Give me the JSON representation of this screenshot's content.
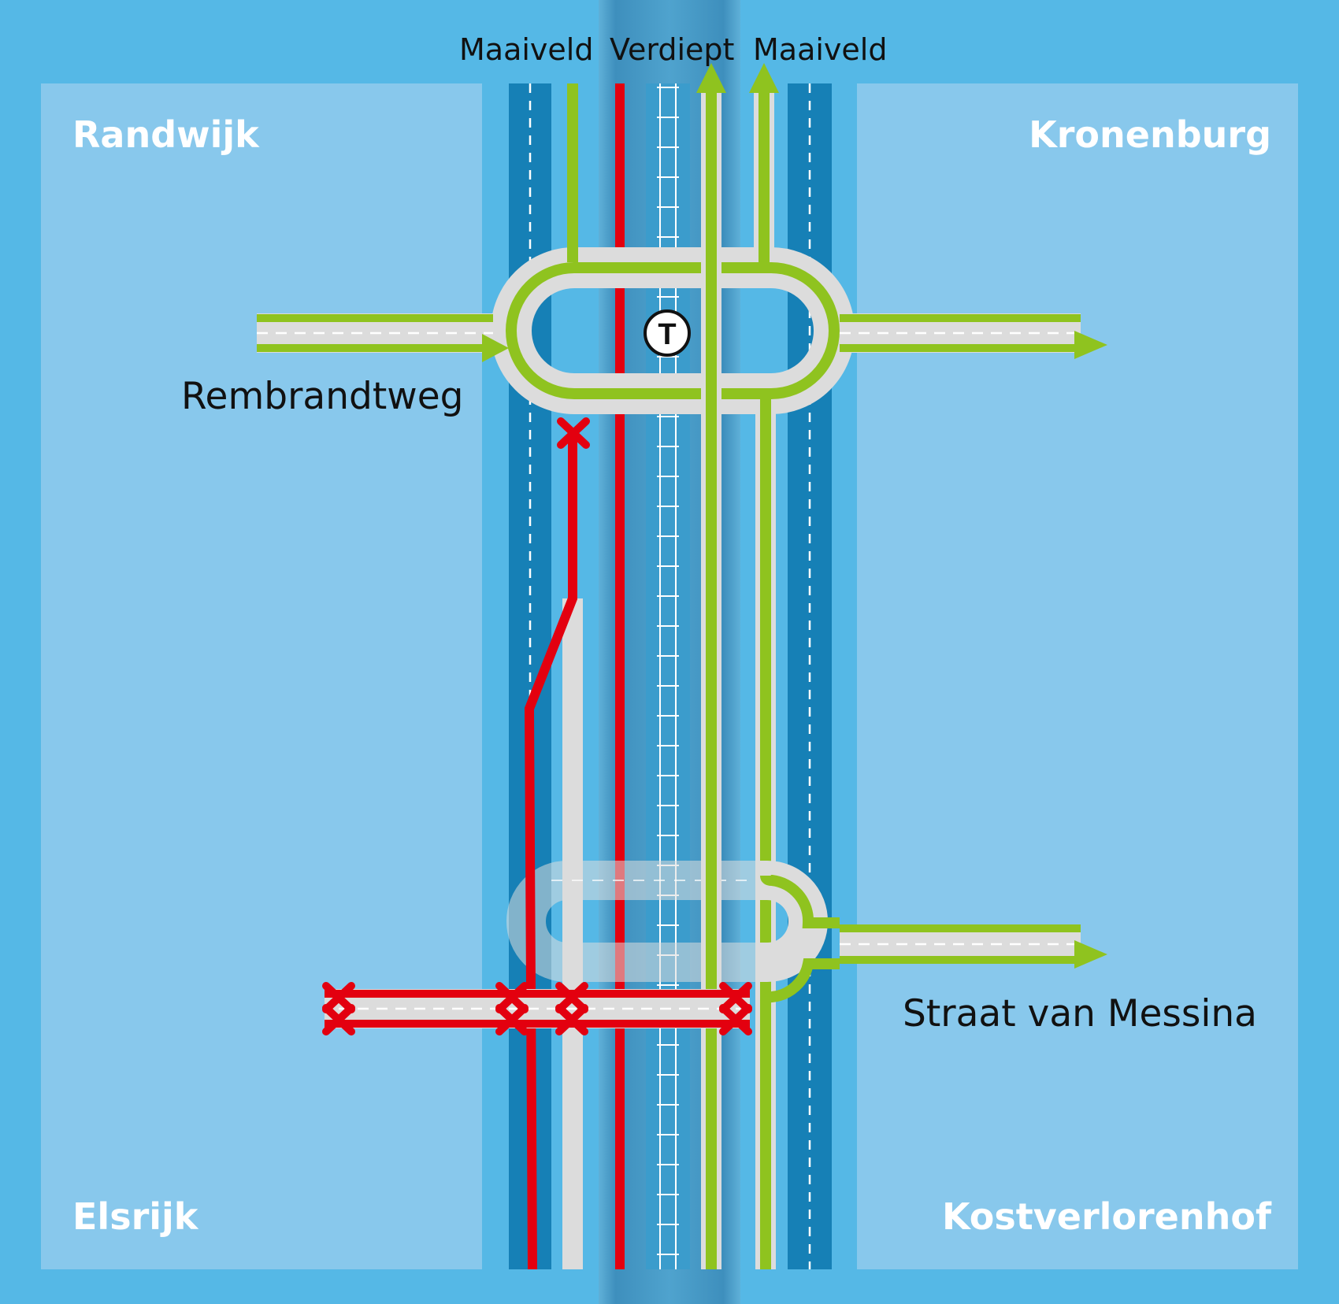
{
  "levels": {
    "left": "Maaiveld",
    "center": "Verdiept",
    "right": "Maaiveld"
  },
  "districts": {
    "top_left": "Randwijk",
    "top_right": "Kronenburg",
    "bottom_left": "Elsrijk",
    "bottom_right": "Kostverlorenhof"
  },
  "streets": {
    "north": "Rembrandtweg",
    "south": "Straat van Messina"
  },
  "symbols": {
    "tram_stop": "T"
  },
  "colors": {
    "background": "#55b8e6",
    "district_block": "#88c8ec",
    "carriageway": "#1680b6",
    "depressed_zone": "#4da2cc",
    "open_route": "#8fc31f",
    "closed_route": "#e3000f",
    "road_surface": "#dcdcdc",
    "label_text": "#111111",
    "district_text": "#ffffff"
  }
}
